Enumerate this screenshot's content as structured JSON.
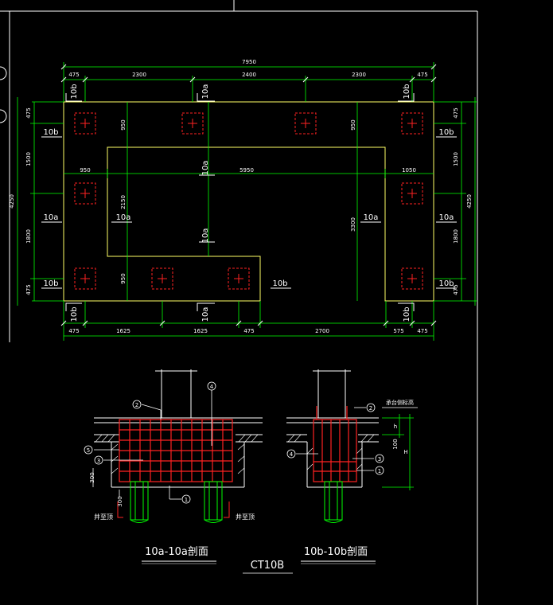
{
  "colors": {
    "background": "#000000",
    "frame": "#ffffff",
    "outline": "#ffff66",
    "dimension": "#00ff00",
    "pile": "#ff2222",
    "rebar": "#ff2222",
    "pipe": "#00ff00",
    "text": "#ffffff"
  },
  "plan": {
    "overall_width": "7950",
    "top_dims": [
      "475",
      "2300",
      "2400",
      "2300",
      "475"
    ],
    "bottom_dims": [
      "475",
      "1625",
      "1625",
      "475",
      "2700",
      "575",
      "475"
    ],
    "left_dims": [
      "475",
      "1500",
      "1800",
      "475"
    ],
    "left_total": "4250",
    "right_dims": [
      "475",
      "1500",
      "1800",
      "475"
    ],
    "right_total": "4250",
    "inner_dims": {
      "d950_left": "950",
      "d5950": "5950",
      "d1050": "1050",
      "d950_top_left": "950",
      "d950_top_right": "950",
      "d2150": "2150",
      "d3300": "3300",
      "d950_bottom": "950"
    },
    "section_marks": {
      "b_top_left": "10b",
      "a_top_1": "10a",
      "b_top_right": "10b",
      "b_left_upper": "10b",
      "b_right_upper": "10b",
      "a_center_upper": "10a",
      "a_left_mid": "10a",
      "a_inner_left": "10a",
      "a_center_lower": "10a",
      "a_right_inner": "10a",
      "a_right_outer": "10a",
      "b_left_lower": "10b",
      "b_right_lower": "10b",
      "b_bottom_left": "10b",
      "a_bottom": "10a",
      "b_bottom_right": "10b"
    }
  },
  "section_a": {
    "title": "10a-10a剖面",
    "callouts": [
      "1",
      "2",
      "3",
      "4",
      "5"
    ],
    "dim_300_a": "300",
    "dim_300_b": "300",
    "pile_top_label_left": "井至顶",
    "pile_top_label_right": "井至顶"
  },
  "section_b": {
    "title": "10b-10b剖面",
    "callouts": [
      "1",
      "2",
      "3",
      "4"
    ],
    "note": "承台侧标高",
    "dim_h": "h",
    "dim_H": "H",
    "dim_100": "100"
  },
  "drawing_id": "CT10B"
}
